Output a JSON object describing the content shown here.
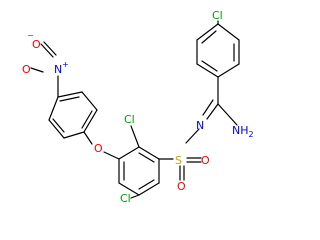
{
  "molecule": {
    "atom_labels": {
      "cl_top_right": "Cl",
      "cl_mid_upper": "Cl",
      "cl_mid_lower": "Cl",
      "nitro_o": "O",
      "nitro_n": "N",
      "ether_o": "O",
      "sulfonyl_n": "N",
      "amine": "NH",
      "amine_sub": "2",
      "sulfur": "S",
      "sulfonyl_o": "O",
      "nitro_o_charge": "−",
      "nitro_n_charge": "+"
    },
    "colors": {
      "chlorine": "#00a000",
      "oxygen": "#ff0000",
      "nitrogen": "#0000ff",
      "sulfur": "#c8a800",
      "bond": "#000000"
    }
  }
}
